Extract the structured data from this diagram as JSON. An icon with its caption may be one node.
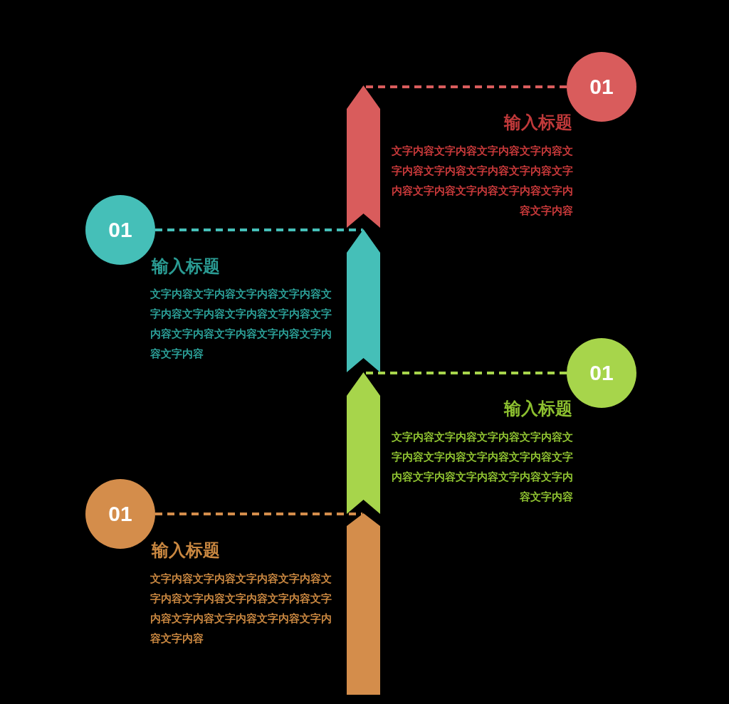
{
  "diagram": {
    "nodes": [
      {
        "text": [
          "01"
        ],
        "beside": [
          "输入标题",
          "文字内容文字内容文字内容文字内容文字内容文字内容文字内容文字内容文字内容文字内容文字内容文字内容文字内容文字内容"
        ]
      },
      {
        "text": [],
        "shape": "bar"
      },
      {
        "text": [
          "01"
        ],
        "beside": [
          "输入标题",
          "文字内容文字内容文字内容文字内容文字内容文字内容文字内容文字内容文字内容文字内容文字内容文字内容文字内容文字内容"
        ]
      },
      {
        "text": [],
        "shape": "bar"
      },
      {
        "text": [
          "01"
        ],
        "beside": [
          "输入标题",
          "文字内容文字内容文字内容文字内容文字内容文字内容文字内容文字内容文字内容文字内容文字内容文字内容文字内容文字内容"
        ]
      },
      {
        "text": [],
        "shape": "bar"
      },
      {
        "text": [
          "01"
        ],
        "beside": [
          "输入标题",
          "文字内容文字内容文字内容文字内容文字内容文字内容文字内容文字内容文字内容文字内容文字内容文字内容文字内容文字内容"
        ]
      },
      {
        "text": [],
        "shape": "bar"
      }
    ],
    "edges": [
      {
        "from": 0,
        "to": 1,
        "arrow": "none",
        "style": "dashed",
        "color": "#d95c5c"
      },
      {
        "from": 2,
        "to": 3,
        "arrow": "none",
        "style": "dashed",
        "color": "#45bfb8"
      },
      {
        "from": 4,
        "to": 5,
        "arrow": "none",
        "style": "dashed",
        "color": "#a7d54b"
      },
      {
        "from": 6,
        "to": 7,
        "arrow": "none",
        "style": "dashed",
        "color": "#d48d4b"
      }
    ]
  }
}
